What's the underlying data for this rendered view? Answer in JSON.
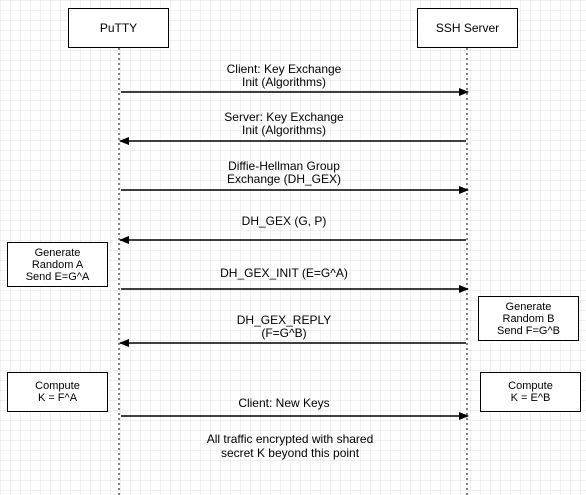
{
  "participants": {
    "client": "PuTTY",
    "server": "SSH Server"
  },
  "messages": [
    {
      "id": "m1",
      "direction": "client-to-server",
      "label": "Client: Key Exchange\nInit (Algorithms)"
    },
    {
      "id": "m2",
      "direction": "server-to-client",
      "label": "Server: Key Exchange\nInit (Algorithms)"
    },
    {
      "id": "m3",
      "direction": "client-to-server",
      "label": "Diffie-Hellman Group\nExchange (DH_GEX)"
    },
    {
      "id": "m4",
      "direction": "server-to-client",
      "label": "DH_GEX (G, P)"
    },
    {
      "id": "m5",
      "direction": "client-to-server",
      "label": "DH_GEX_INIT (E=G^A)"
    },
    {
      "id": "m6",
      "direction": "server-to-client",
      "label": "DH_GEX_REPLY\n(F=G^B)"
    },
    {
      "id": "m7",
      "direction": "client-to-server",
      "label": "Client: New Keys"
    }
  ],
  "notes": {
    "client_generate": "Generate\nRandom A\nSend E=G^A",
    "server_generate": "Generate\nRandom B\nSend F=G^B",
    "client_compute": "Compute\nK = F^A",
    "server_compute": "Compute\nK = E^B"
  },
  "footer": "All traffic encrypted with shared\nsecret K beyond this point"
}
